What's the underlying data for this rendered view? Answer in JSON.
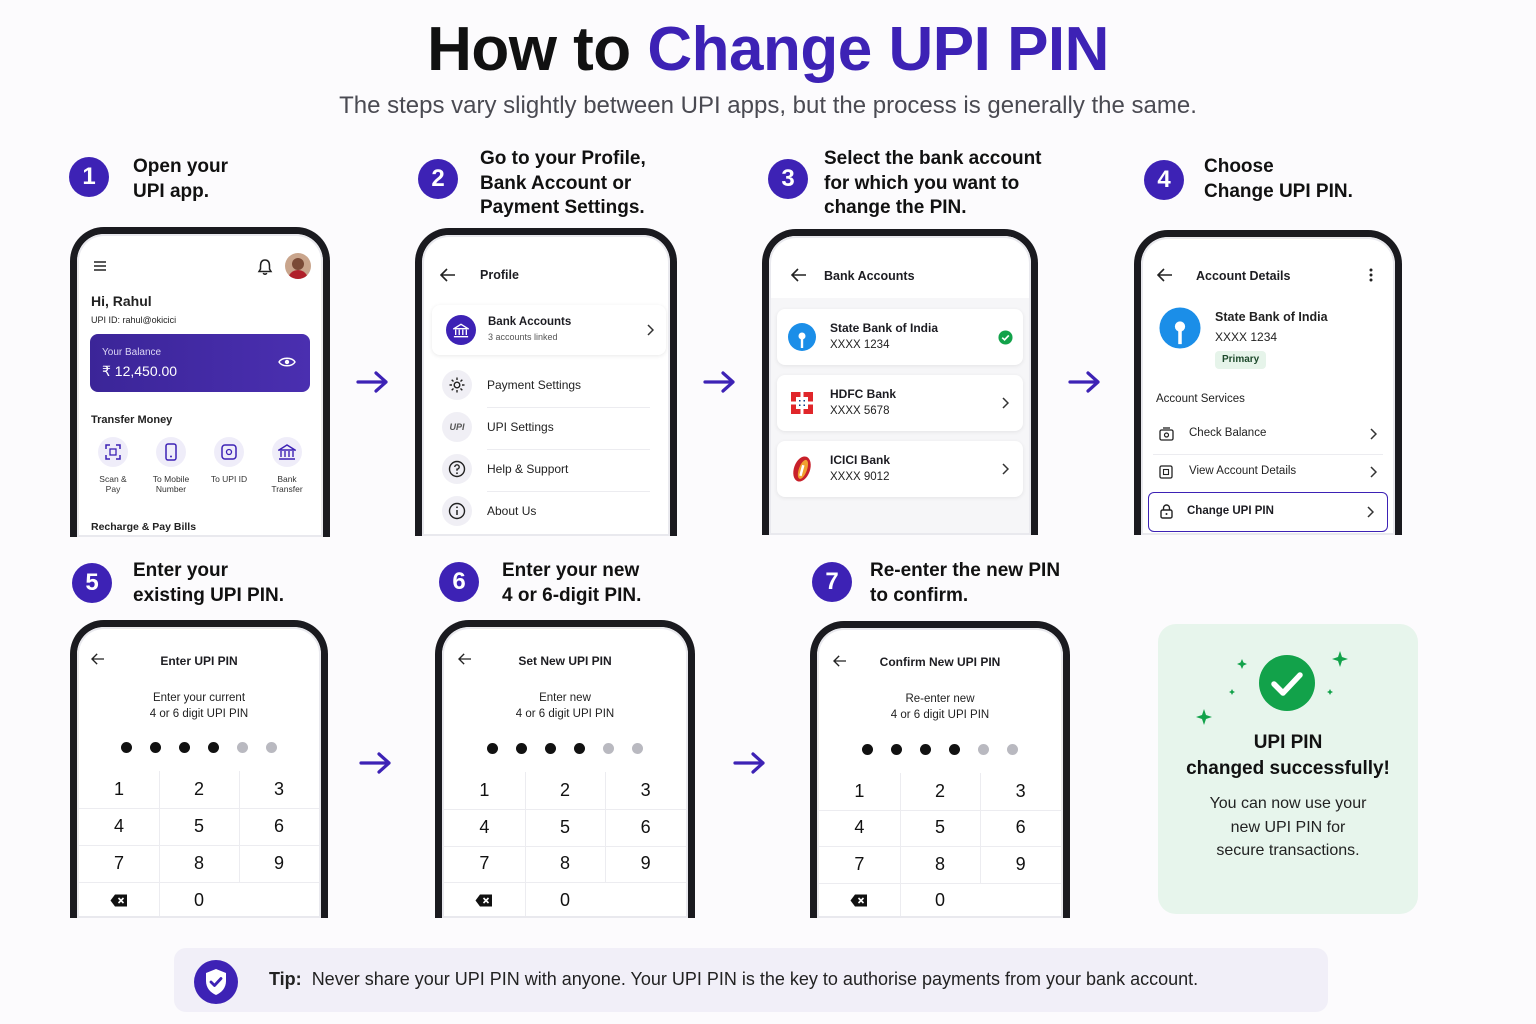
{
  "header": {
    "title_prefix": "How to ",
    "title_accent": "Change UPI PIN",
    "subtitle": "The steps vary slightly between UPI apps, but the process is generally the same."
  },
  "colors": {
    "brand": "#3d22b5",
    "success": "#12a24a",
    "success_bg": "#e7f5ec",
    "tip_bg": "#f1eff8"
  },
  "steps": [
    {
      "num": "1",
      "l1": "Open your",
      "l2": "UPI app.",
      "l3": ""
    },
    {
      "num": "2",
      "l1": "Go to your Profile,",
      "l2": "Bank Account or",
      "l3": "Payment Settings."
    },
    {
      "num": "3",
      "l1": "Select the bank account",
      "l2": "for which you want to",
      "l3": "change the PIN."
    },
    {
      "num": "4",
      "l1": "Choose",
      "l2": "Change UPI PIN.",
      "l3": ""
    },
    {
      "num": "5",
      "l1": "Enter your",
      "l2": "existing UPI PIN.",
      "l3": ""
    },
    {
      "num": "6",
      "l1": "Enter your new",
      "l2": "4 or 6-digit PIN.",
      "l3": ""
    },
    {
      "num": "7",
      "l1": "Re-enter the new PIN",
      "l2": "to confirm.",
      "l3": ""
    }
  ],
  "phone1": {
    "greeting": "Hi, Rahul",
    "upi_id": "UPI ID: rahul@okicici",
    "balance_label": "Your Balance",
    "balance_value": "₹ 12,450.00",
    "transfer_heading": "Transfer Money",
    "actions": [
      {
        "l1": "Scan & Pay",
        "l2": "",
        "icon": "scan-icon"
      },
      {
        "l1": "To Mobile",
        "l2": "Number",
        "icon": "mobile-icon"
      },
      {
        "l1": "To UPI ID",
        "l2": "",
        "icon": "upi-id-icon"
      },
      {
        "l1": "Bank",
        "l2": "Transfer",
        "icon": "bank-icon"
      }
    ],
    "recharge_heading": "Recharge & Pay Bills"
  },
  "phone2": {
    "title": "Profile",
    "bank_accounts": {
      "label": "Bank Accounts",
      "sub": "3 accounts linked"
    },
    "items": [
      {
        "label": "Payment Settings",
        "icon": "gear-icon"
      },
      {
        "label": "UPI Settings",
        "icon": "upi-logo-icon"
      },
      {
        "label": "Help & Support",
        "icon": "question-icon"
      },
      {
        "label": "About Us",
        "icon": "info-icon"
      }
    ]
  },
  "phone3": {
    "title": "Bank Accounts",
    "banks": [
      {
        "name": "State Bank of India",
        "acct": "XXXX 1234"
      },
      {
        "name": "HDFC Bank",
        "acct": "XXXX 5678"
      },
      {
        "name": "ICICI Bank",
        "acct": "XXXX 9012"
      }
    ]
  },
  "phone4": {
    "title": "Account Details",
    "bank_name": "State Bank of India",
    "acct": "XXXX 1234",
    "badge": "Primary",
    "services_heading": "Account Services",
    "services": [
      {
        "label": "Check Balance",
        "icon": "balance-icon"
      },
      {
        "label": "View Account Details",
        "icon": "details-icon"
      },
      {
        "label": "Change UPI PIN",
        "icon": "lock-icon"
      }
    ]
  },
  "pin_screens": [
    {
      "title": "Enter UPI PIN",
      "l1": "Enter your current",
      "l2": "4 or 6 digit UPI PIN"
    },
    {
      "title": "Set New UPI PIN",
      "l1": "Enter new",
      "l2": "4 or 6 digit UPI PIN"
    },
    {
      "title": "Confirm New UPI PIN",
      "l1": "Re-enter new",
      "l2": "4 or 6 digit UPI PIN"
    }
  ],
  "keypad": [
    "1",
    "2",
    "3",
    "4",
    "5",
    "6",
    "7",
    "8",
    "9",
    "0"
  ],
  "pin_filled": 4,
  "pin_total": 6,
  "success": {
    "title1": "UPI PIN",
    "title2": "changed successfully!",
    "body1": "You can now use your",
    "body2": "new UPI PIN for",
    "body3": "secure transactions."
  },
  "tip": {
    "label": "Tip:",
    "text": "Never share your UPI PIN with anyone. Your UPI PIN is the key to authorise payments from your bank account."
  }
}
